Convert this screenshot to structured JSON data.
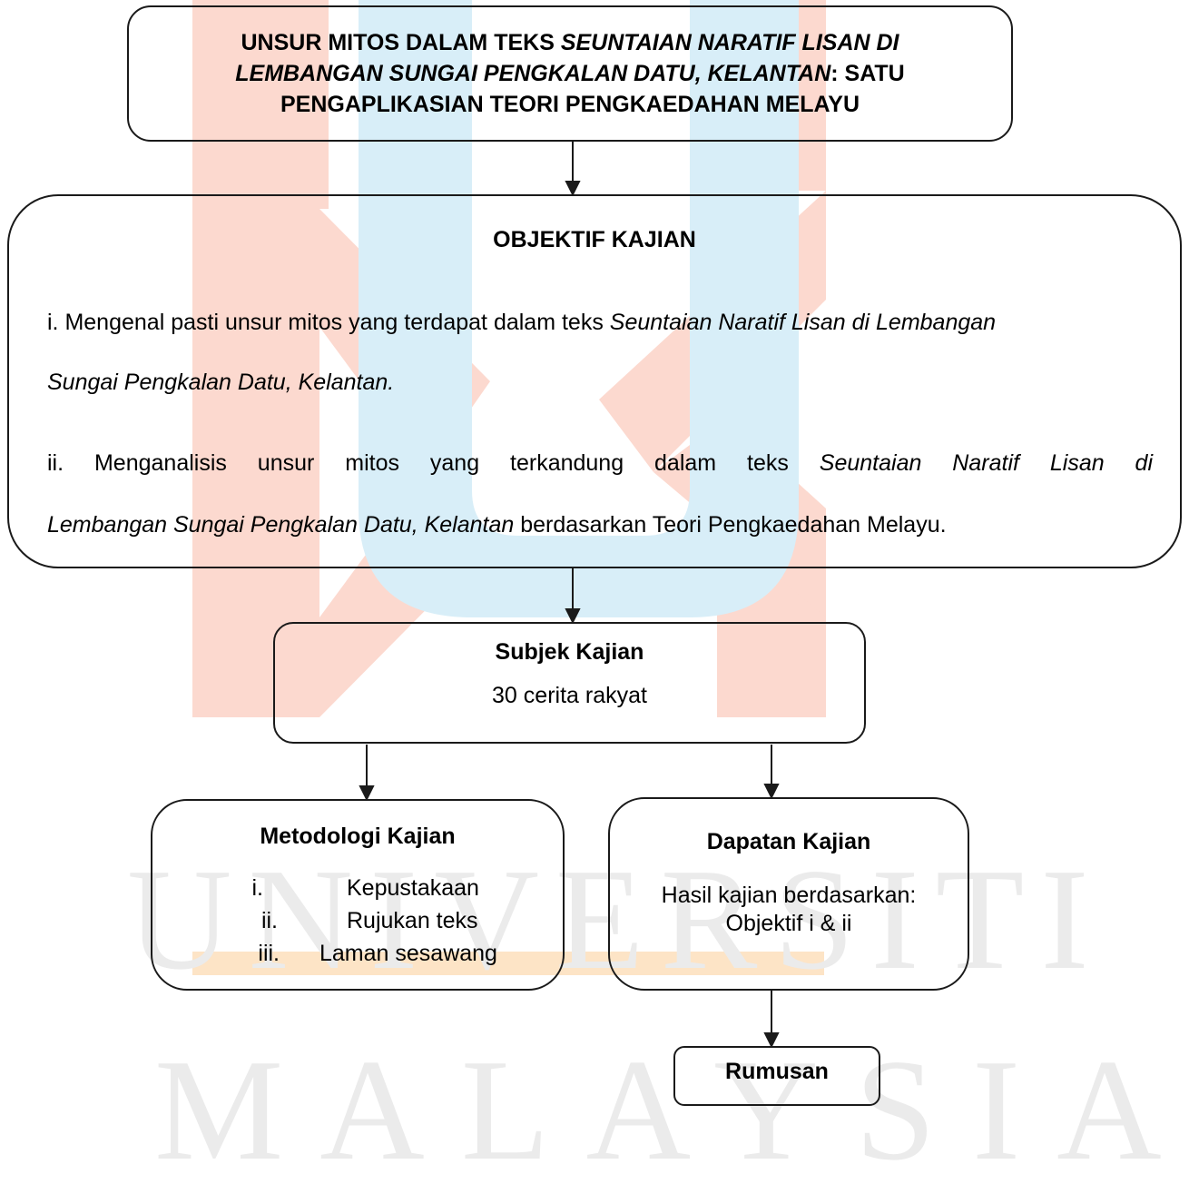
{
  "watermark": {
    "line1": "UNIVERSITI",
    "line2": "MALAYSIA"
  },
  "title": {
    "part1": "UNSUR MITOS DALAM TEKS ",
    "part2_italic": "SEUNTAIAN NARATIF LISAN DI LEMBANGAN SUNGAI PENGKALAN DATU, KELANTAN",
    "part3": ":  SATU PENGAPLIKASIAN TEORI PENGKAEDAHAN MELAYU"
  },
  "objektif": {
    "heading": "OBJEKTIF KAJIAN",
    "item1": {
      "line1_plain": "i. Mengenal pasti unsur mitos yang terdapat dalam teks ",
      "line1_italic": "Seuntaian Naratif Lisan di Lembangan",
      "line2_italic": "Sungai Pengkalan Datu, Kelantan."
    },
    "item2": {
      "line1_plain": "ii. Menganalisis unsur mitos yang terkandung dalam teks ",
      "line1_italic": "Seuntaian Naratif Lisan di",
      "line2_italic": "Lembangan Sungai Pengkalan Datu, Kelantan",
      "line2_plain": " berdasarkan Teori Pengkaedahan Melayu."
    }
  },
  "subjek": {
    "heading": "Subjek Kajian",
    "body": "30 cerita rakyat"
  },
  "metodologi": {
    "heading": "Metodologi Kajian",
    "items": [
      {
        "num": "i.",
        "label": "Kepustakaan"
      },
      {
        "num": "ii.",
        "label": "Rujukan teks"
      },
      {
        "num": "iii.",
        "label": "Laman sesawang"
      }
    ]
  },
  "dapatan": {
    "heading": "Dapatan Kajian",
    "line1": "Hasil kajian berdasarkan:",
    "line2": "Objektif i & ii"
  },
  "rumusan": {
    "label": "Rumusan"
  },
  "colors": {
    "wm_red": "#fcd9cf",
    "wm_blue": "#d8eef8",
    "wm_orange": "#fde4c6",
    "stroke": "#1a1a1a"
  }
}
